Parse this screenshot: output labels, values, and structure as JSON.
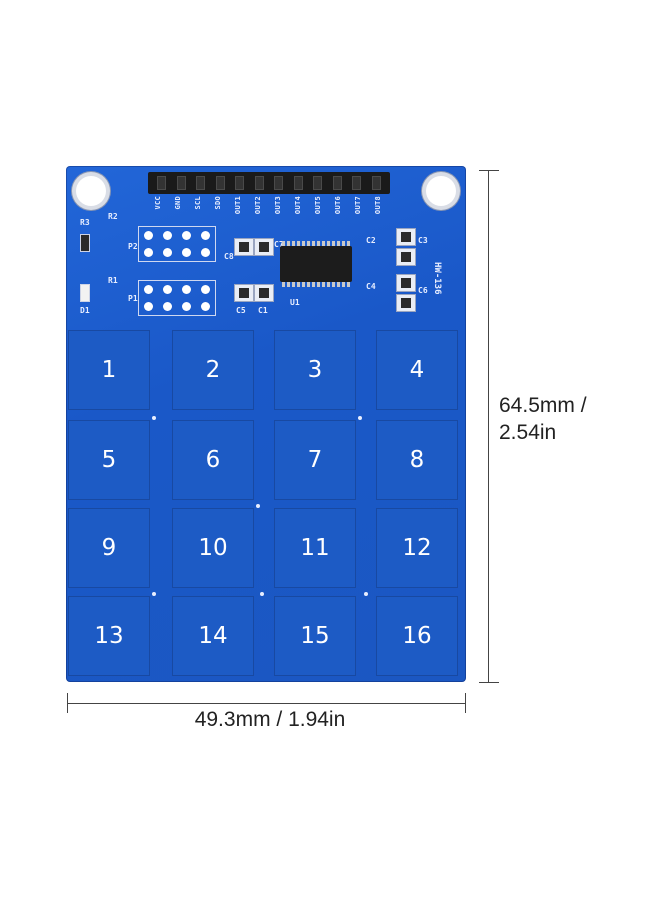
{
  "board": {
    "model": "HW-136",
    "pin_labels": [
      "VCC",
      "GND",
      "SCL",
      "SDO",
      "OUT1",
      "OUT2",
      "OUT3",
      "OUT4",
      "OUT5",
      "OUT6",
      "OUT7",
      "OUT8"
    ],
    "silk": {
      "p1": "P1",
      "p2": "P2",
      "r1": "R1",
      "r2": "R2",
      "r3": "R3",
      "d1": "D1",
      "u1": "U1",
      "c1": "C1",
      "c2": "C2",
      "c3": "C3",
      "c4": "C4",
      "c5": "C5",
      "c6": "C6",
      "c7": "C7",
      "c8": "C8"
    },
    "pads": [
      "1",
      "2",
      "3",
      "4",
      "5",
      "6",
      "7",
      "8",
      "9",
      "10",
      "11",
      "12",
      "13",
      "14",
      "15",
      "16"
    ]
  },
  "dimensions": {
    "height_line1": "64.5mm /",
    "height_line2": "2.54in",
    "width": "49.3mm / 1.94in"
  },
  "colors": {
    "pcb_blue": "#1d5bc5",
    "silkscreen": "#ffffff",
    "dimension_line": "#444444"
  }
}
